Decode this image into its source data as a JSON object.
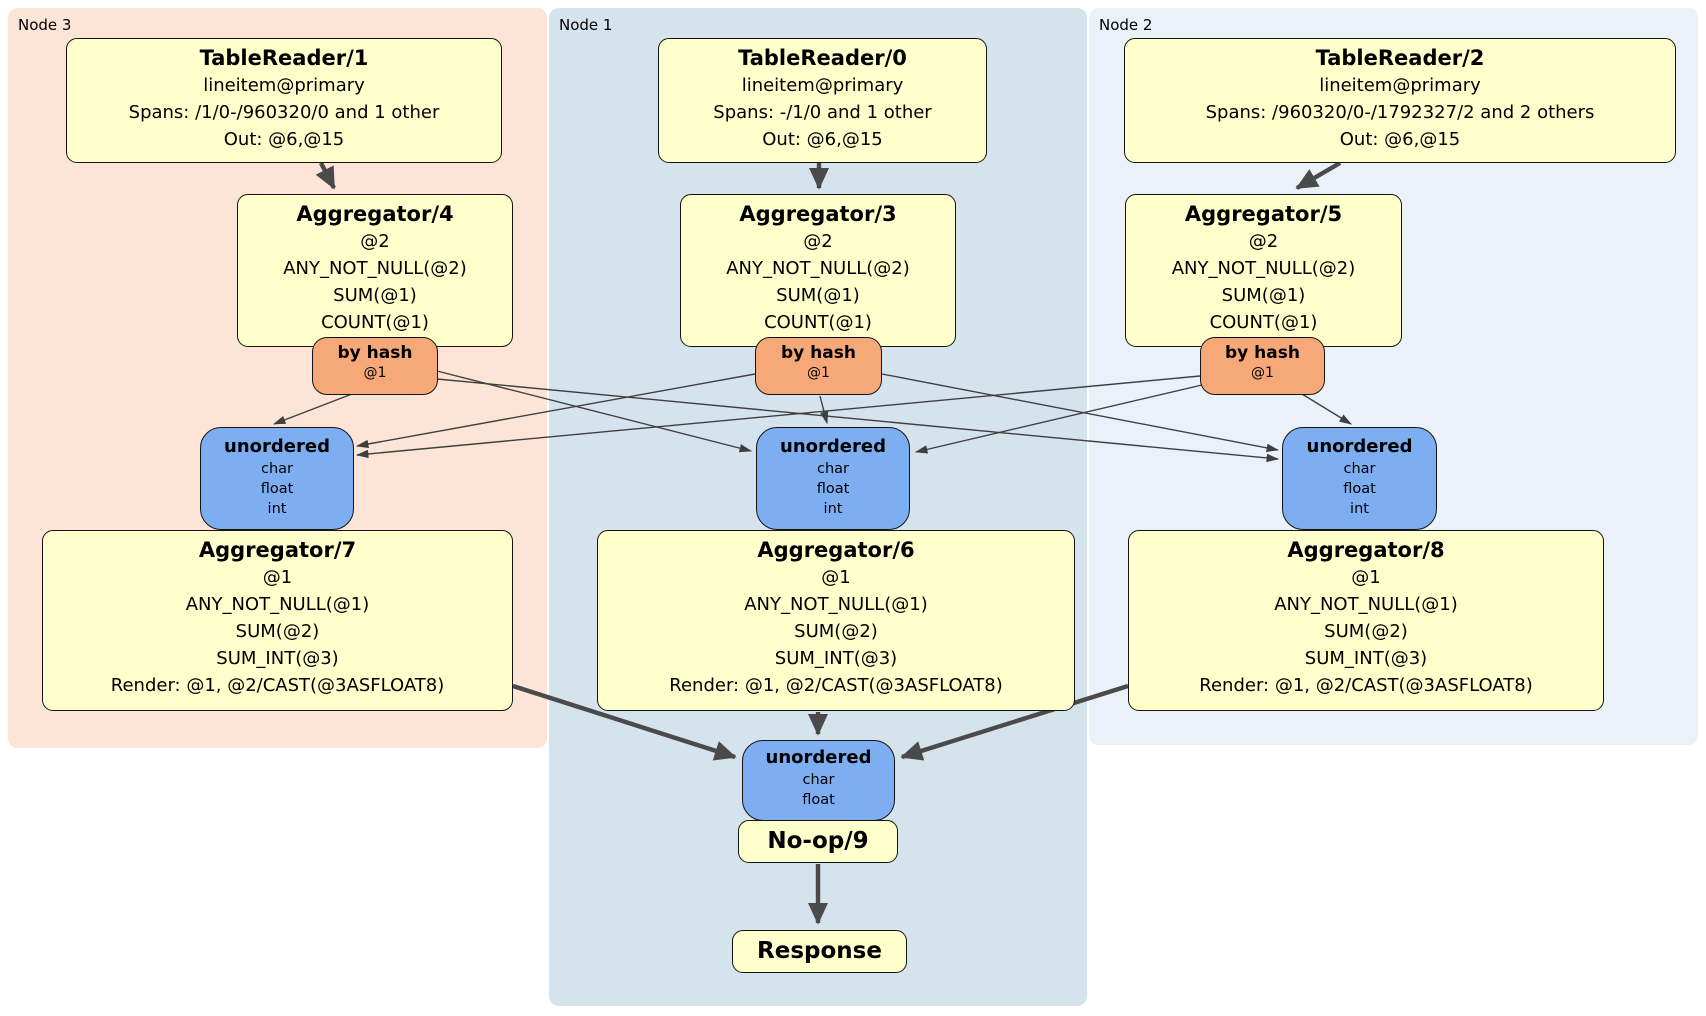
{
  "groups": {
    "node3": {
      "label": "Node 3"
    },
    "node1": {
      "label": "Node 1"
    },
    "node2": {
      "label": "Node 2"
    }
  },
  "processors": {
    "tablereader1": {
      "title": "TableReader/1",
      "details": [
        "lineitem@primary",
        "Spans: /1/0-/960320/0 and 1 other",
        "Out: @6,@15"
      ]
    },
    "tablereader0": {
      "title": "TableReader/0",
      "details": [
        "lineitem@primary",
        "Spans: -/1/0 and 1 other",
        "Out: @6,@15"
      ]
    },
    "tablereader2": {
      "title": "TableReader/2",
      "details": [
        "lineitem@primary",
        "Spans: /960320/0-/1792327/2 and 2 others",
        "Out: @6,@15"
      ]
    },
    "aggregator4": {
      "title": "Aggregator/4",
      "details": [
        "@2",
        "ANY_NOT_NULL(@2)",
        "SUM(@1)",
        "COUNT(@1)"
      ]
    },
    "aggregator3": {
      "title": "Aggregator/3",
      "details": [
        "@2",
        "ANY_NOT_NULL(@2)",
        "SUM(@1)",
        "COUNT(@1)"
      ]
    },
    "aggregator5": {
      "title": "Aggregator/5",
      "details": [
        "@2",
        "ANY_NOT_NULL(@2)",
        "SUM(@1)",
        "COUNT(@1)"
      ]
    },
    "aggregator7": {
      "title": "Aggregator/7",
      "details": [
        "@1",
        "ANY_NOT_NULL(@1)",
        "SUM(@2)",
        "SUM_INT(@3)",
        "Render: @1, @2/CAST(@3ASFLOAT8)"
      ]
    },
    "aggregator6": {
      "title": "Aggregator/6",
      "details": [
        "@1",
        "ANY_NOT_NULL(@1)",
        "SUM(@2)",
        "SUM_INT(@3)",
        "Render: @1, @2/CAST(@3ASFLOAT8)"
      ]
    },
    "aggregator8": {
      "title": "Aggregator/8",
      "details": [
        "@1",
        "ANY_NOT_NULL(@1)",
        "SUM(@2)",
        "SUM_INT(@3)",
        "Render: @1, @2/CAST(@3ASFLOAT8)"
      ]
    },
    "noop9": {
      "title": "No-op/9"
    },
    "response": {
      "title": "Response"
    }
  },
  "routers": {
    "hash4": {
      "title": "by hash",
      "key": "@1"
    },
    "hash3": {
      "title": "by hash",
      "key": "@1"
    },
    "hash5": {
      "title": "by hash",
      "key": "@1"
    }
  },
  "synchronizers": {
    "unordered7": {
      "title": "unordered",
      "columns": [
        "char",
        "float",
        "int"
      ]
    },
    "unordered6": {
      "title": "unordered",
      "columns": [
        "char",
        "float",
        "int"
      ]
    },
    "unordered8": {
      "title": "unordered",
      "columns": [
        "char",
        "float",
        "int"
      ]
    },
    "unordered9": {
      "title": "unordered",
      "columns": [
        "char",
        "float"
      ]
    }
  },
  "colors": {
    "processor_fill": "#FFFFCC",
    "router_fill": "#F6A878",
    "synchronizer_fill": "#7DAEF2",
    "node3_bg": "#FCE4D6",
    "node1_bg": "#D5E3ED",
    "node2_bg": "#EAF1F9",
    "edge": "#4A4A4A"
  }
}
